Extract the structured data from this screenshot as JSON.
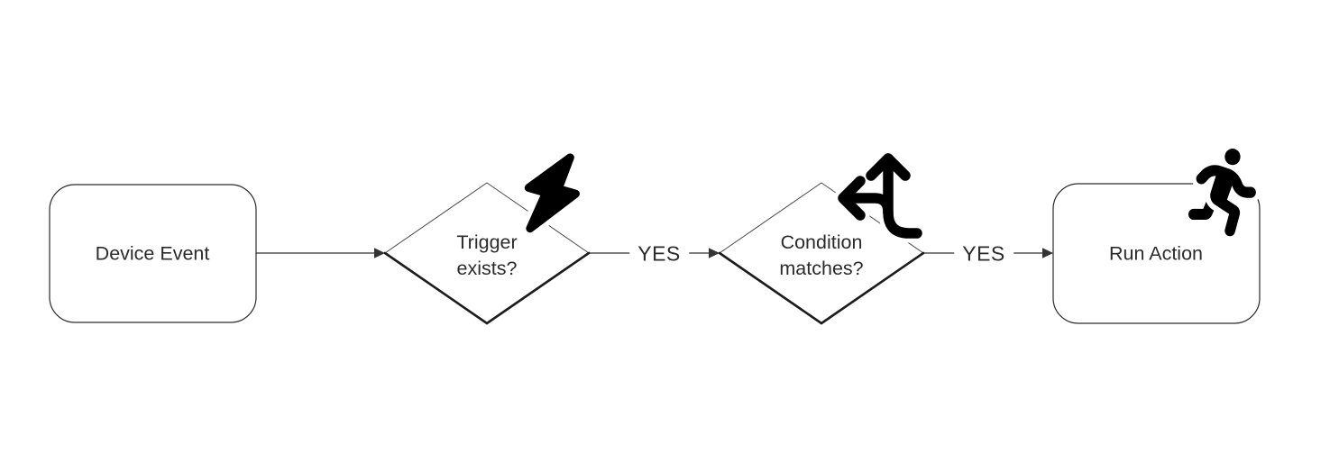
{
  "diagram": {
    "background": "#ffffff",
    "nodes": [
      {
        "id": "device-event",
        "shape": "rounded-rectangle",
        "label": "Device Event",
        "icon": null
      },
      {
        "id": "trigger-exists",
        "shape": "diamond",
        "label": "Trigger\nexists?",
        "icon": "lightning-bolt-icon"
      },
      {
        "id": "condition-matches",
        "shape": "diamond",
        "label": "Condition\nmatches?",
        "icon": "split-arrows-up-left-icon"
      },
      {
        "id": "run-action",
        "shape": "rounded-rectangle",
        "label": "Run Action",
        "icon": "running-person-icon"
      }
    ],
    "edges": [
      {
        "from": "device-event",
        "to": "trigger-exists",
        "label": ""
      },
      {
        "from": "trigger-exists",
        "to": "condition-matches",
        "label": "YES"
      },
      {
        "from": "condition-matches",
        "to": "run-action",
        "label": "YES"
      }
    ],
    "colors": {
      "background": "#ffffff",
      "shape_stroke": "#2b2b2b",
      "diamond_thin_edge": "#4a4a4a",
      "diamond_thick_edge": "#1c1c1c",
      "connector": "#555555",
      "arrowhead": "#333333",
      "icon": "#000000",
      "text": "#2b2b2b"
    }
  }
}
